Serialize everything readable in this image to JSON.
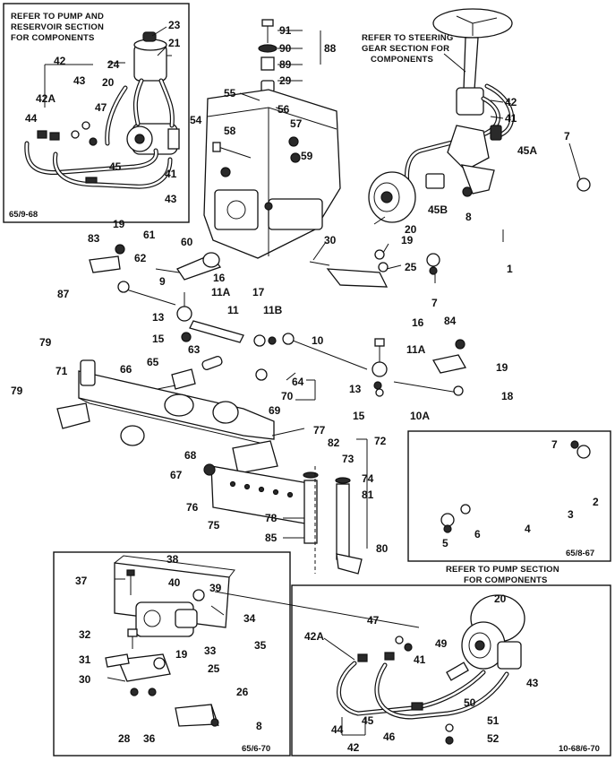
{
  "notes": {
    "pump_reservoir": [
      "REFER TO PUMP AND",
      "RESERVOIR SECTION",
      "FOR COMPONENTS"
    ],
    "steering_gear": [
      "REFER TO STEERING",
      "GEAR SECTION FOR",
      "COMPONENTS"
    ],
    "pump_section": [
      "REFER TO PUMP SECTION",
      "FOR COMPONENTS"
    ]
  },
  "codes": {
    "inset_top_left": "65/9-68",
    "inset_right": "65/8-67",
    "inset_bottom_left": "65/6-70",
    "inset_bottom_right": "10-68/6-70"
  },
  "labels": {
    "91": "91",
    "90": "90",
    "89": "89",
    "88": "88",
    "29": "29",
    "55": "55",
    "56": "56",
    "54": "54",
    "57": "57",
    "58": "58",
    "59": "59",
    "23": "23",
    "21": "21",
    "24": "24",
    "42a": "42",
    "43a": "43",
    "42Aa": "42A",
    "20a": "20",
    "47a": "47",
    "44a": "44",
    "45a": "45",
    "41a": "41",
    "43b": "43",
    "42b": "42",
    "41b": "41",
    "45Ab": "45A",
    "7a": "7",
    "45Bb": "45B",
    "8a": "8",
    "20b": "20",
    "1": "1",
    "7b": "7",
    "19a": "19",
    "83": "83",
    "61": "61",
    "60": "60",
    "62": "62",
    "87": "87",
    "30a": "30",
    "19b": "19",
    "25a": "25",
    "16a": "16",
    "9": "9",
    "11Aa": "11A",
    "17": "17",
    "11": "11",
    "11B": "11B",
    "13a": "13",
    "15a": "15",
    "10": "10",
    "16b": "16",
    "84": "84",
    "11Ab": "11A",
    "19c": "19",
    "18": "18",
    "79a": "79",
    "63": "63",
    "65": "65",
    "66": "66",
    "71": "71",
    "64": "64",
    "70": "70",
    "13b": "13",
    "69": "69",
    "15b": "15",
    "10A": "10A",
    "79b": "79",
    "77": "77",
    "68": "68",
    "82": "82",
    "72": "72",
    "67": "67",
    "73": "73",
    "74": "74",
    "81": "81",
    "76": "76",
    "75": "75",
    "78": "78",
    "85": "85",
    "80": "80",
    "7c": "7",
    "2": "2",
    "3": "3",
    "4": "4",
    "5": "5",
    "6": "6",
    "38": "38",
    "37": "37",
    "40": "40",
    "39": "39",
    "34": "34",
    "32": "32",
    "33": "33",
    "35": "35",
    "31": "31",
    "19d": "19",
    "25b": "25",
    "30b": "30",
    "26": "26",
    "28": "28",
    "36": "36",
    "8b": "8",
    "20c": "20",
    "47b": "47",
    "42Ac": "42A",
    "49": "49",
    "41c": "41",
    "43c": "43",
    "50": "50",
    "45c": "45",
    "46": "46",
    "51": "51",
    "52": "52",
    "44c": "44",
    "42c": "42"
  }
}
